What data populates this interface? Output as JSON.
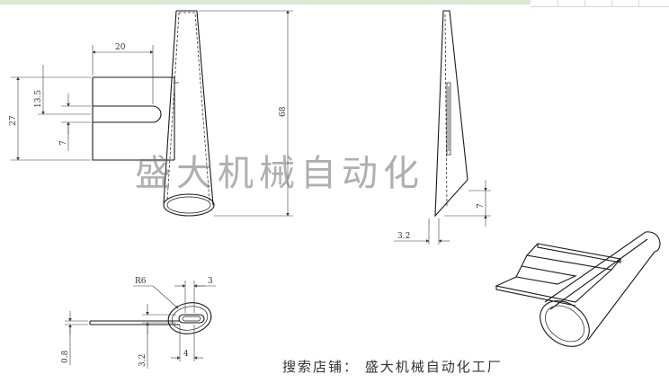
{
  "watermark": "盛大机械自动化",
  "footer": "搜索店铺： 盛大机械自动化工厂",
  "dimensions": {
    "width_20": "20",
    "height_27": "27",
    "height_13_5": "13.5",
    "slot_7": "7",
    "length_68": "68",
    "side_7": "7",
    "thickness_3_2": "3.2",
    "radius_R6": "R6",
    "top_3": "3",
    "bottom_4": "4",
    "plate_0_8": "0.8",
    "section_3_2": "3.2"
  }
}
